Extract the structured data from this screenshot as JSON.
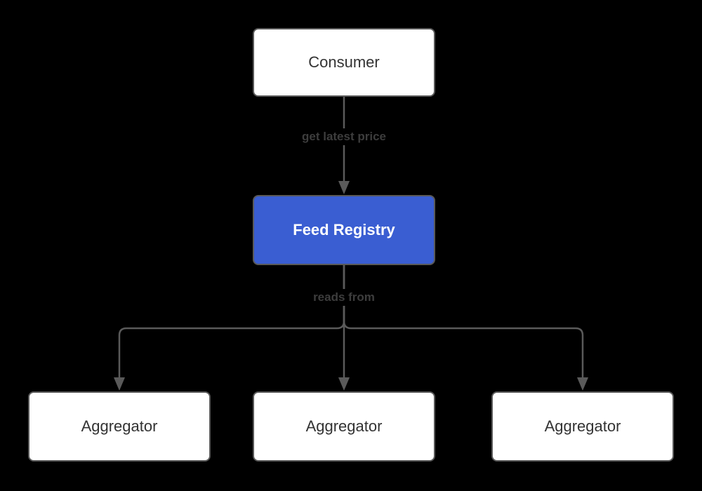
{
  "diagram": {
    "type": "flowchart",
    "direction": "top-down",
    "nodes": {
      "consumer": {
        "label": "Consumer"
      },
      "feed_registry": {
        "label": "Feed Registry",
        "variant": "accent"
      },
      "aggregator_1": {
        "label": "Aggregator"
      },
      "aggregator_2": {
        "label": "Aggregator"
      },
      "aggregator_3": {
        "label": "Aggregator"
      }
    },
    "edges": {
      "consumer_to_feed_registry": {
        "from": "consumer",
        "to": "feed_registry",
        "label": "get latest price"
      },
      "feed_registry_to_aggregator_1": {
        "from": "feed_registry",
        "to": "aggregator_1",
        "label": ""
      },
      "feed_registry_to_aggregator_2": {
        "from": "feed_registry",
        "to": "aggregator_2",
        "label": "reads from"
      },
      "feed_registry_to_aggregator_3": {
        "from": "feed_registry",
        "to": "aggregator_3",
        "label": ""
      }
    },
    "colors": {
      "background": "#000000",
      "node_fill": "#ffffff",
      "node_border": "#595959",
      "node_text": "#333333",
      "accent_fill": "#3a5ed2",
      "accent_text": "#ffffff",
      "edge_line": "#5a5a5a",
      "edge_label_text": "#3d3d3d"
    }
  }
}
